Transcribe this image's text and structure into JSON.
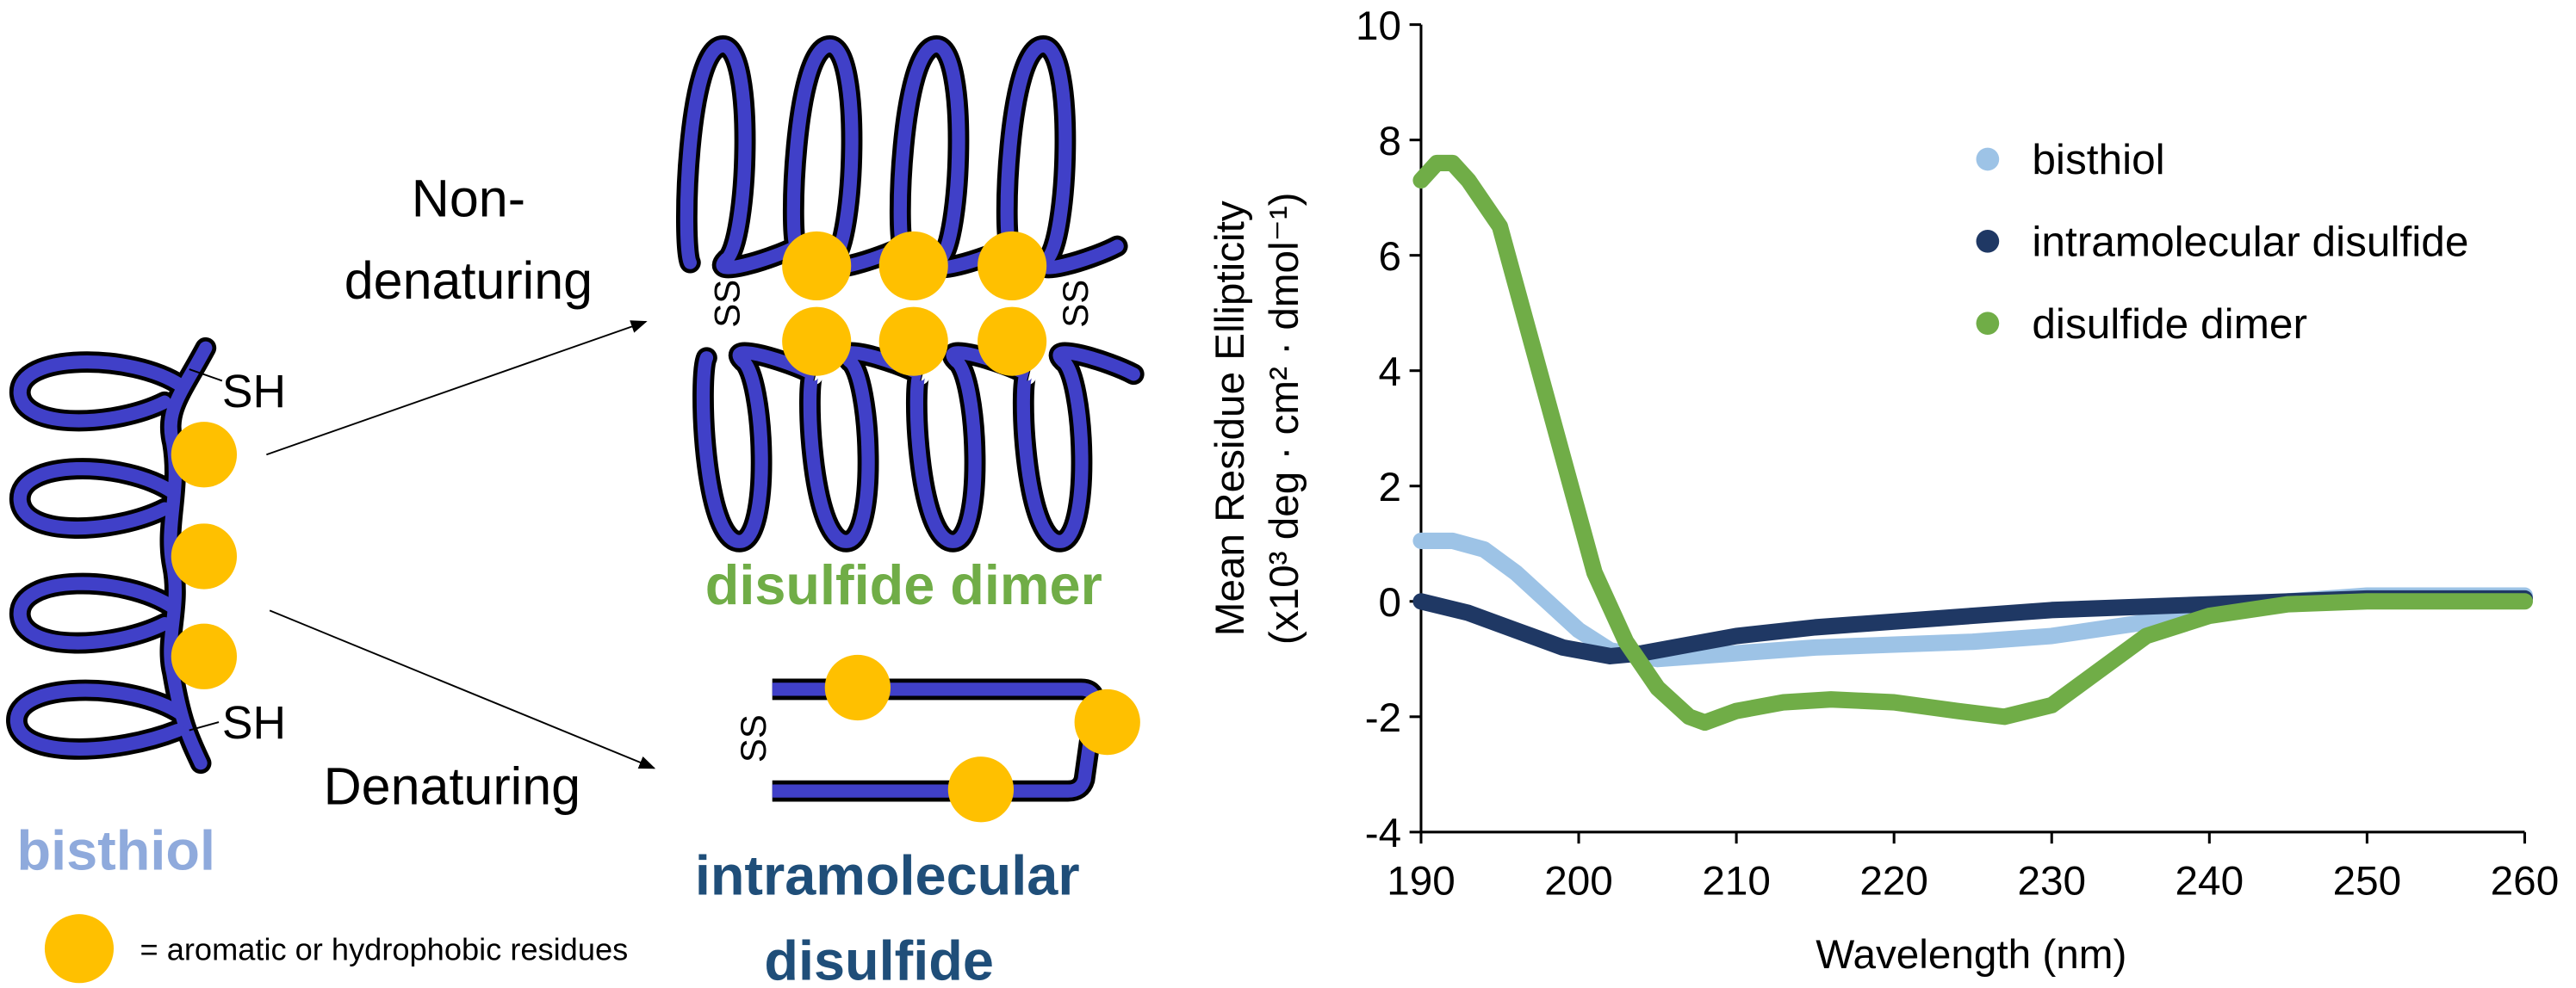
{
  "diagram": {
    "non_denaturing_line1": "Non-",
    "non_denaturing_line2": "denaturing",
    "denaturing": "Denaturing",
    "sh_label": "SH",
    "ss_label": "SS",
    "bisthiol_label": "bisthiol",
    "dimer_label": "disulfide dimer",
    "intra_label_line1": "intramolecular",
    "intra_label_line2": "disulfide",
    "legend_text": "= aromatic or hydrophobic residues",
    "colors": {
      "helix": "#4040c8",
      "residue": "#ffc000",
      "bisthiol": "#8faadc",
      "dimer": "#70ad47",
      "intra": "#1f4e79"
    }
  },
  "chart_data": {
    "type": "line",
    "xlabel": "Wavelength (nm)",
    "ylabel_line1": "Mean Residue Ellipticity",
    "ylabel_line2": "(x10³ deg · cm² · dmol⁻¹)",
    "xlim": [
      190,
      260
    ],
    "ylim": [
      -4,
      10
    ],
    "xticks": [
      190,
      200,
      210,
      220,
      230,
      240,
      250,
      260
    ],
    "yticks": [
      -4,
      -2,
      0,
      2,
      4,
      6,
      8,
      10
    ],
    "grid": false,
    "legend_position": "top-right",
    "series": [
      {
        "name": "bisthiol",
        "color": "#9dc3e6",
        "x": [
          190,
          192,
          194,
          196,
          198,
          200,
          202,
          205,
          210,
          215,
          220,
          225,
          230,
          235,
          240,
          245,
          250,
          260
        ],
        "y": [
          1.05,
          1.05,
          0.9,
          0.5,
          0.0,
          -0.5,
          -0.85,
          -1.0,
          -0.9,
          -0.8,
          -0.75,
          -0.7,
          -0.6,
          -0.4,
          -0.2,
          0.0,
          0.1,
          0.1
        ]
      },
      {
        "name": "intramolecular disulfide",
        "color": "#1f3864",
        "x": [
          190,
          193,
          196,
          199,
          202,
          204,
          207,
          210,
          215,
          220,
          225,
          230,
          240,
          250,
          260
        ],
        "y": [
          0.0,
          -0.2,
          -0.5,
          -0.8,
          -0.95,
          -0.9,
          -0.75,
          -0.6,
          -0.45,
          -0.35,
          -0.25,
          -0.15,
          -0.05,
          0.05,
          0.05
        ]
      },
      {
        "name": "disulfide dimer",
        "color": "#70ad47",
        "x": [
          190,
          191,
          192,
          193,
          195,
          197,
          199,
          201,
          203,
          205,
          207,
          208,
          210,
          213,
          216,
          220,
          224,
          227,
          230,
          233,
          236,
          240,
          245,
          250,
          255,
          260
        ],
        "y": [
          7.3,
          7.6,
          7.6,
          7.3,
          6.5,
          4.5,
          2.5,
          0.5,
          -0.7,
          -1.5,
          -2.0,
          -2.1,
          -1.9,
          -1.75,
          -1.7,
          -1.75,
          -1.9,
          -2.0,
          -1.8,
          -1.2,
          -0.6,
          -0.25,
          -0.05,
          0.0,
          0.0,
          0.0
        ]
      }
    ]
  }
}
